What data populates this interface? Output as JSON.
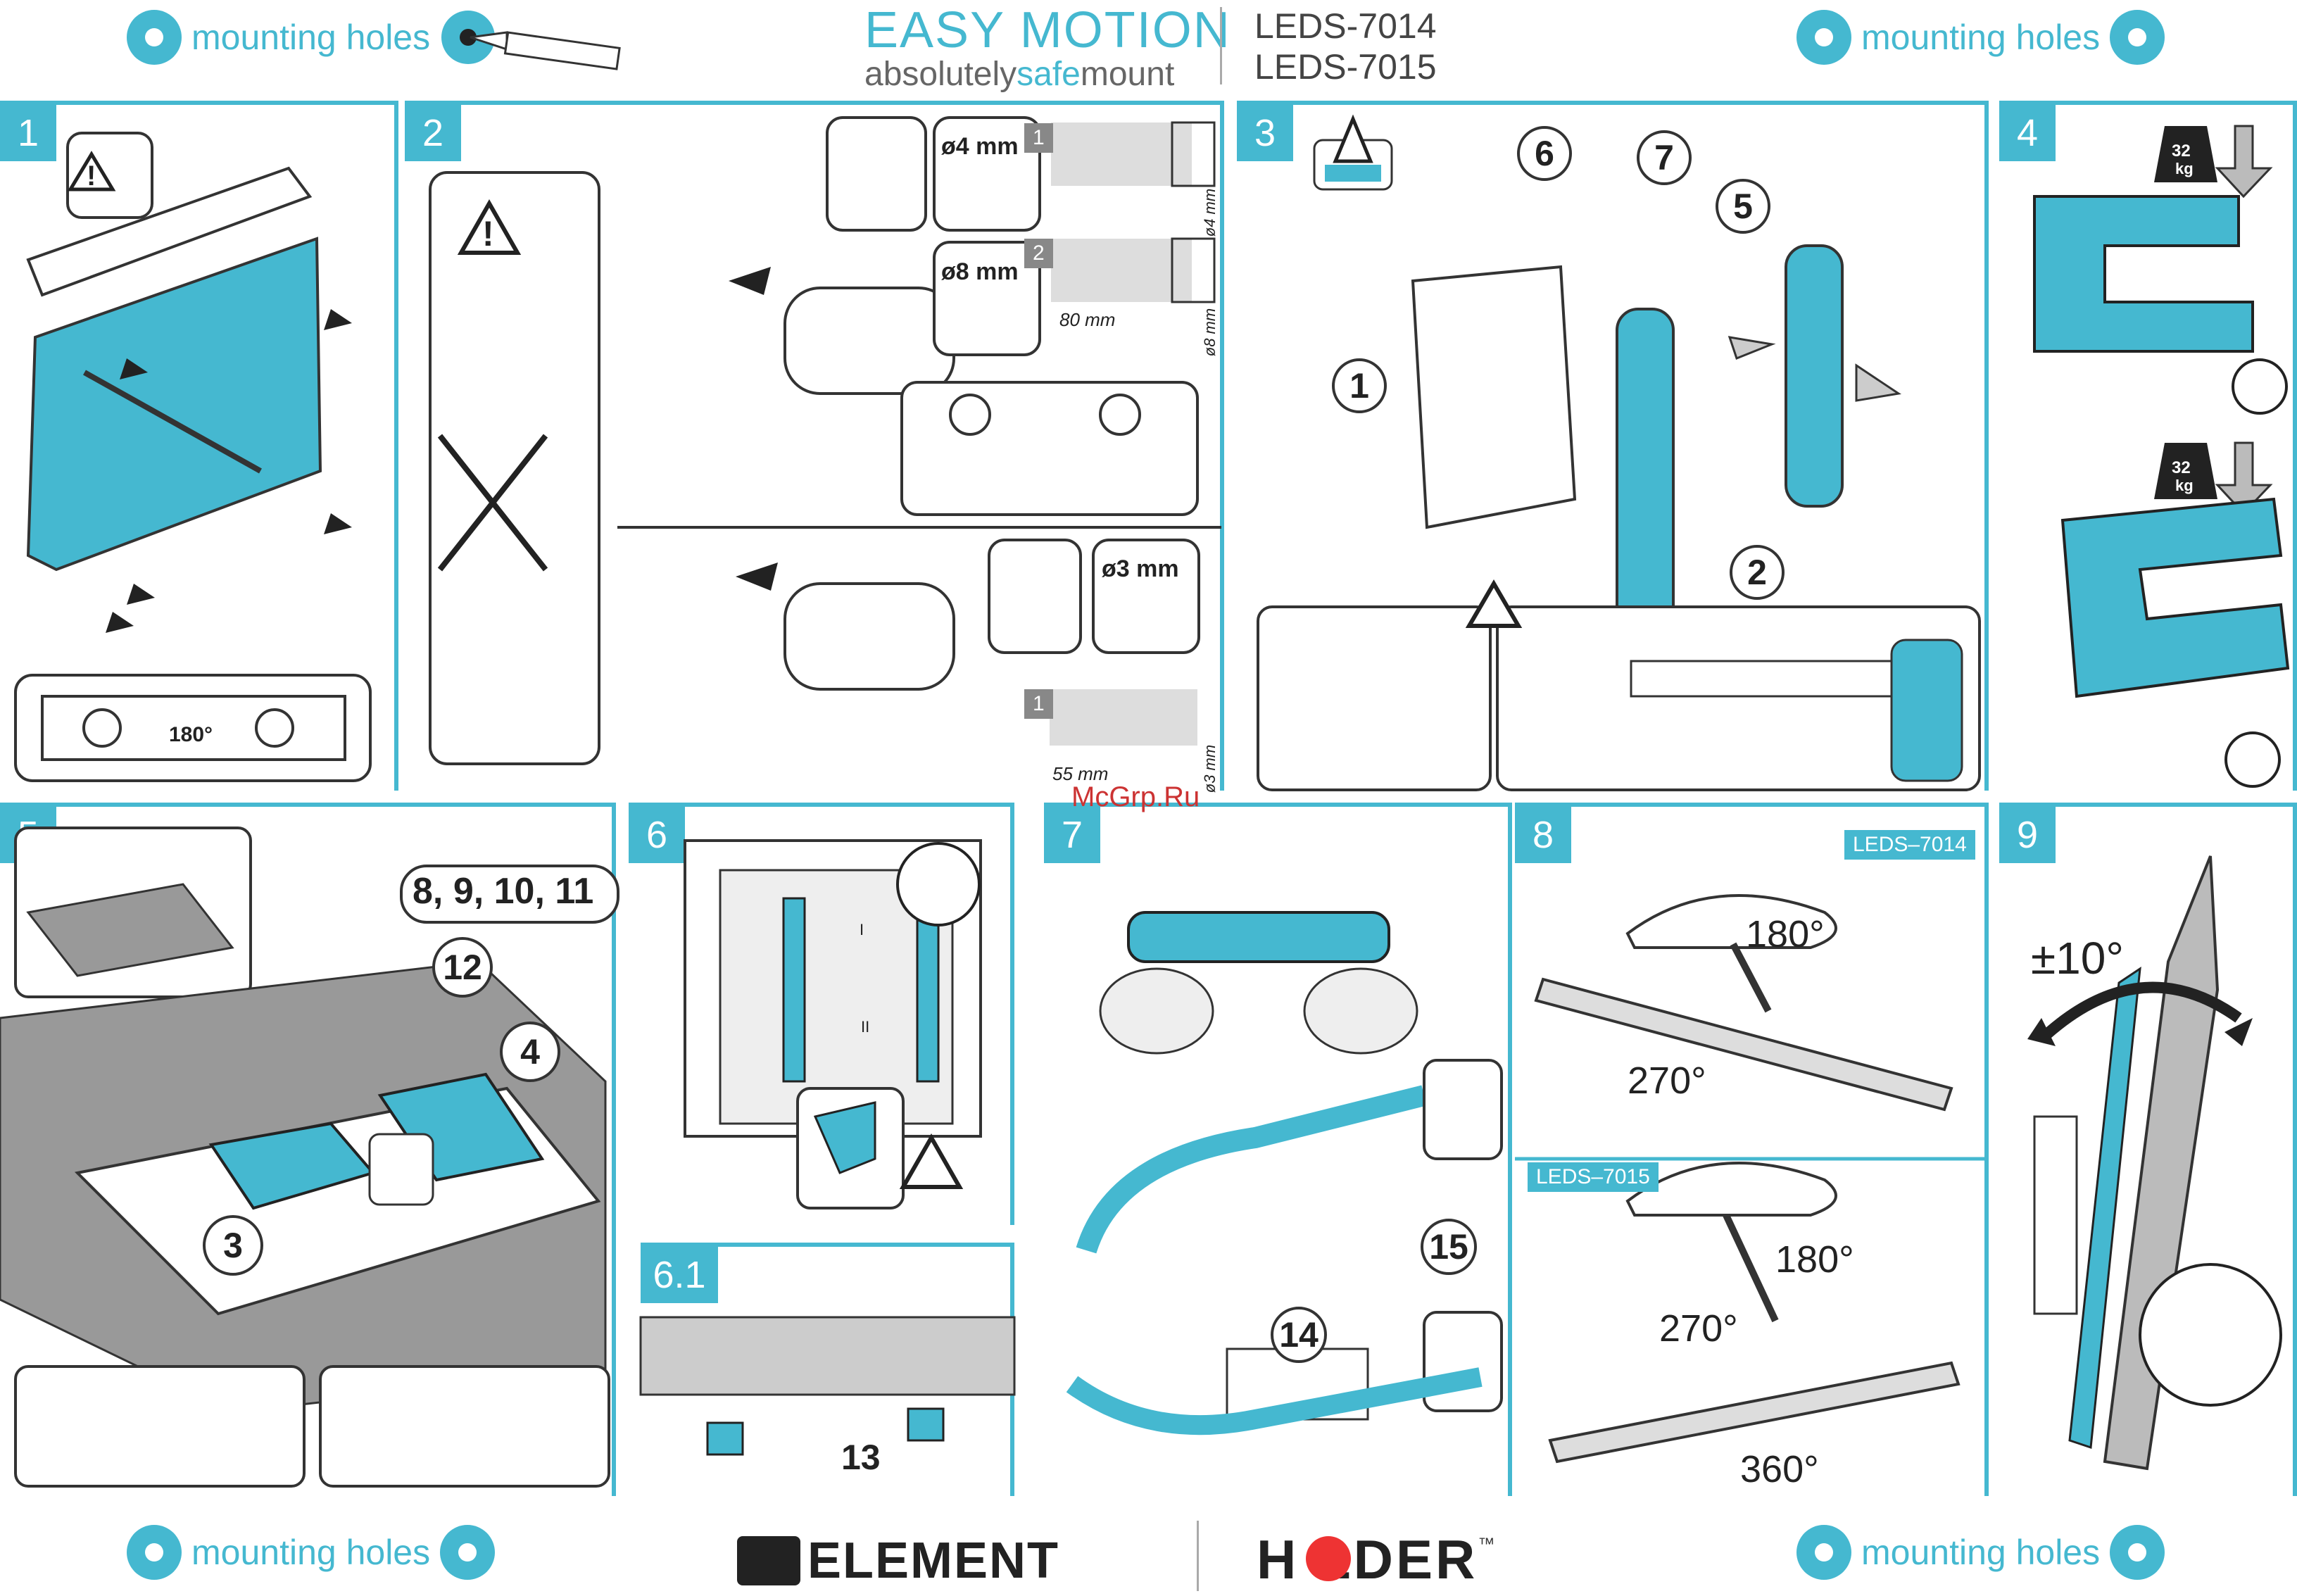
{
  "header": {
    "mounting_holes": "mounting holes",
    "title": "EASY MOTION",
    "subtitle_a": "absolutely",
    "subtitle_b": "safe",
    "subtitle_c": "mount",
    "model_1": "LEDS-7014",
    "model_2": "LEDS-7015"
  },
  "steps": {
    "s1": "1",
    "s2": "2",
    "s3": "3",
    "s4": "4",
    "s5": "5",
    "s6": "6",
    "s61": "6.1",
    "s7": "7",
    "s8": "8",
    "s9": "9"
  },
  "step1": {
    "angle": "180°"
  },
  "step2": {
    "drill_4": "ø4 mm",
    "drill_8": "ø8 mm",
    "drill_3": "ø3 mm",
    "len_80": "80 mm",
    "len_55": "55 mm",
    "d4": "ø4 mm",
    "d8": "ø8 mm",
    "d3": "ø3 mm",
    "n1": "1",
    "n2": "2",
    "n3": "1"
  },
  "step3": {
    "p1": "1",
    "p2": "2",
    "p5": "5",
    "p6": "6",
    "p7": "7"
  },
  "step4": {
    "weight": "32",
    "unit": "kg"
  },
  "step5": {
    "parts": "8, 9, 10, 11",
    "p12": "12",
    "p3": "3",
    "p4": "4"
  },
  "step6": {
    "p13": "13",
    "r1": "I",
    "r2": "II"
  },
  "step7": {
    "p14": "14",
    "p15": "15"
  },
  "step8": {
    "model_a": "LEDS–7014",
    "model_b": "LEDS–7015",
    "a_180": "180°",
    "a_270": "270°",
    "b_180": "180°",
    "b_270": "270°",
    "b_360": "360°"
  },
  "step9": {
    "tilt": "±10°"
  },
  "footer": {
    "brand_1": "ELEMENT",
    "brand_2": "H LDER",
    "tm": "™",
    "watermark": "McGrp.Ru"
  },
  "colors": {
    "accent": "#45b8d0",
    "ink": "#333333"
  }
}
